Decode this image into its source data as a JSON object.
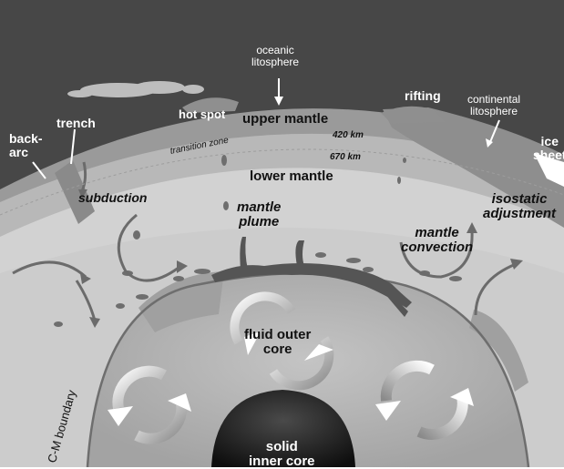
{
  "labels": {
    "oceanic_lithosphere": "oceanic\nlitosphere",
    "hotspot": "hot spot",
    "rifting": "rifting",
    "continental_lithosphere": "continental\nlitosphere",
    "back_arc": "back-\narc",
    "trench": "trench",
    "ice_sheet": "ice\nsheet",
    "upper_mantle": "upper mantle",
    "transition_zone": "transition zone",
    "depth_420": "420 km",
    "depth_670": "670 km",
    "lower_mantle": "lower mantle",
    "subduction": "subduction",
    "mantle_plume": "mantle\nplume",
    "mantle_convection": "mantle\nconvection",
    "isostatic_adjustment": "isostatic\nadjustment",
    "fluid_outer_core": "fluid outer\ncore",
    "cm_boundary": "C-M boundary",
    "solid_inner_core": "solid\ninner core"
  },
  "colors": {
    "sky": "#474747",
    "lithosphere": "#9a9a9a",
    "upper_mantle": "#b4b4b4",
    "lower_mantle": "#d0d0d0",
    "outer_core": "#a9a9a9",
    "inner_core": "#1e1e1e",
    "arrows": "#6b6b6b"
  }
}
